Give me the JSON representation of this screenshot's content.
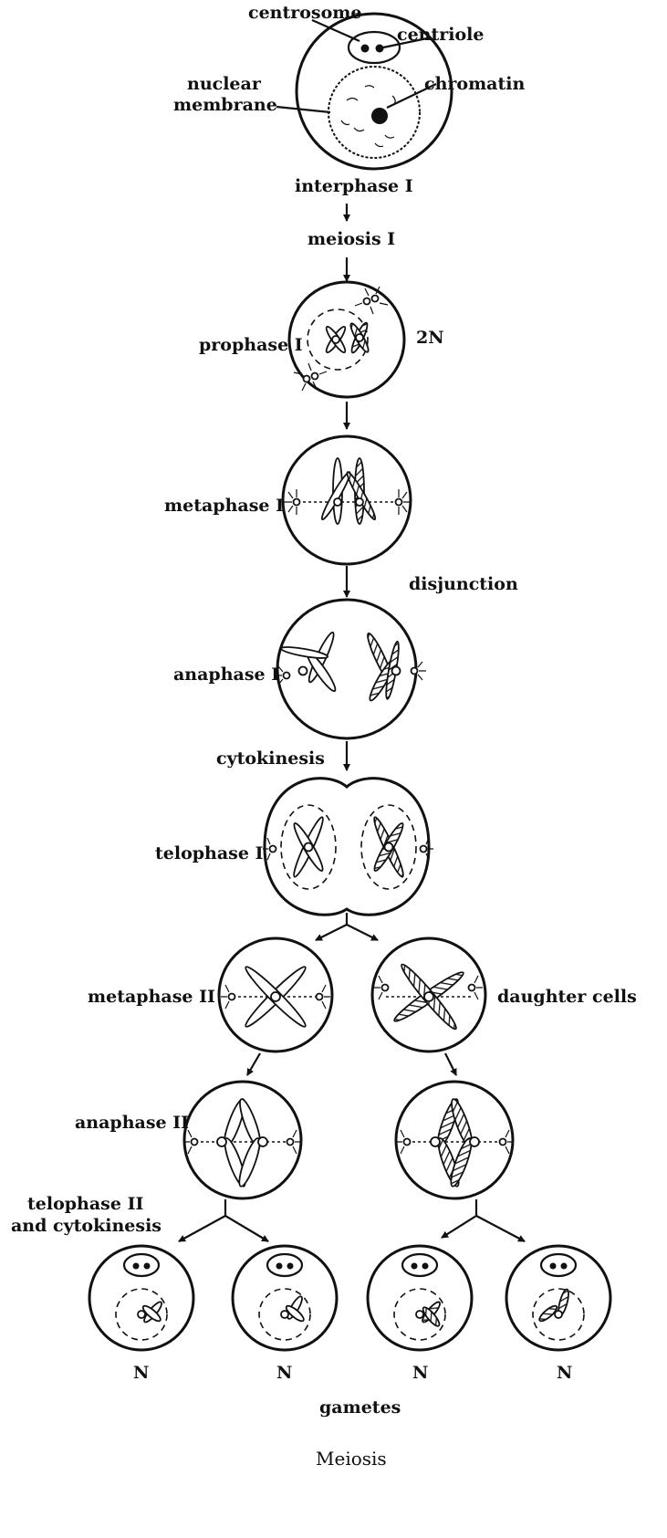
{
  "labels": {
    "centrosome": "centrosome",
    "centriole": "centriole",
    "nuclear_1": "nuclear",
    "nuclear_2": "membrane",
    "chromatin": "chromatin",
    "interphase": "interphase I",
    "meiosis1": "meiosis I",
    "prophase1": "prophase I",
    "ploidy_2n": "2N",
    "metaphase1": "metaphase I",
    "disjunction": "disjunction",
    "anaphase1": "anaphase I",
    "cytokinesis": "cytokinesis",
    "telophase1": "telophase I",
    "metaphase2": "metaphase II",
    "daughter_cells": "daughter cells",
    "anaphase2": "anaphase II",
    "telophase2_1": "telophase II",
    "telophase2_2": "and cytokinesis",
    "gamete_n": [
      "N",
      "N",
      "N",
      "N"
    ],
    "gametes": "gametes"
  },
  "caption": "Meiosis"
}
